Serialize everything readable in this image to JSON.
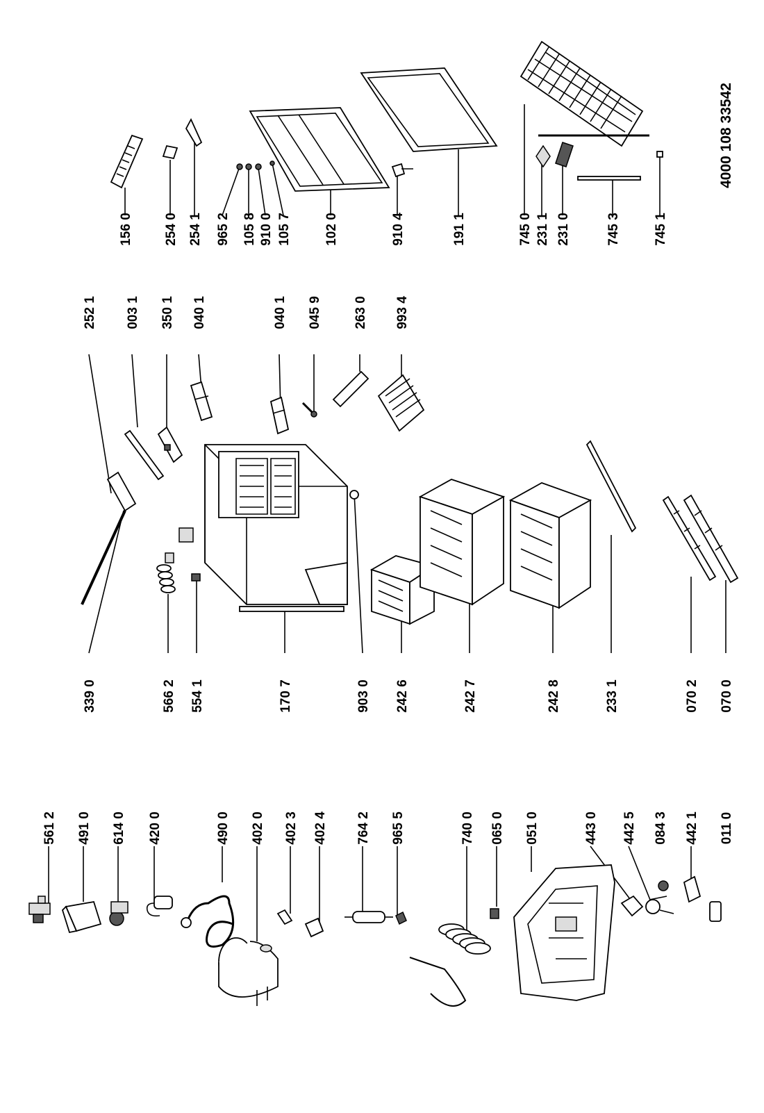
{
  "document": {
    "reference_number": "4000 108 33542"
  },
  "columns": [
    {
      "name": "left-col",
      "labels": [
        "561 2",
        "491 0",
        "614 0",
        "420 0",
        "490 0",
        "402 0",
        "402 3",
        "402 4",
        "764 2",
        "965 5",
        "740 0",
        "065 0",
        "051 0",
        "443 0",
        "442 5",
        "084 3",
        "442 1",
        "011 0"
      ]
    },
    {
      "name": "mid-left-col",
      "labels": [
        "339 0",
        "566 2",
        "554 1",
        "170 7",
        "903 0",
        "242 6",
        "242 7",
        "242 8",
        "233 1",
        "070 2",
        "070 0"
      ]
    },
    {
      "name": "mid-right-col",
      "labels": [
        "252 1",
        "003 1",
        "350 1",
        "040 1",
        "040 1",
        "045 9",
        "263 0",
        "993 4"
      ]
    },
    {
      "name": "right-col",
      "labels": [
        "156 0",
        "254 0",
        "254 1",
        "965 2",
        "105 8",
        "910 0",
        "105 7",
        "102 0",
        "910 4",
        "191 1",
        "745 0",
        "231 1",
        "231 0",
        "745 3",
        "745 1"
      ]
    }
  ]
}
